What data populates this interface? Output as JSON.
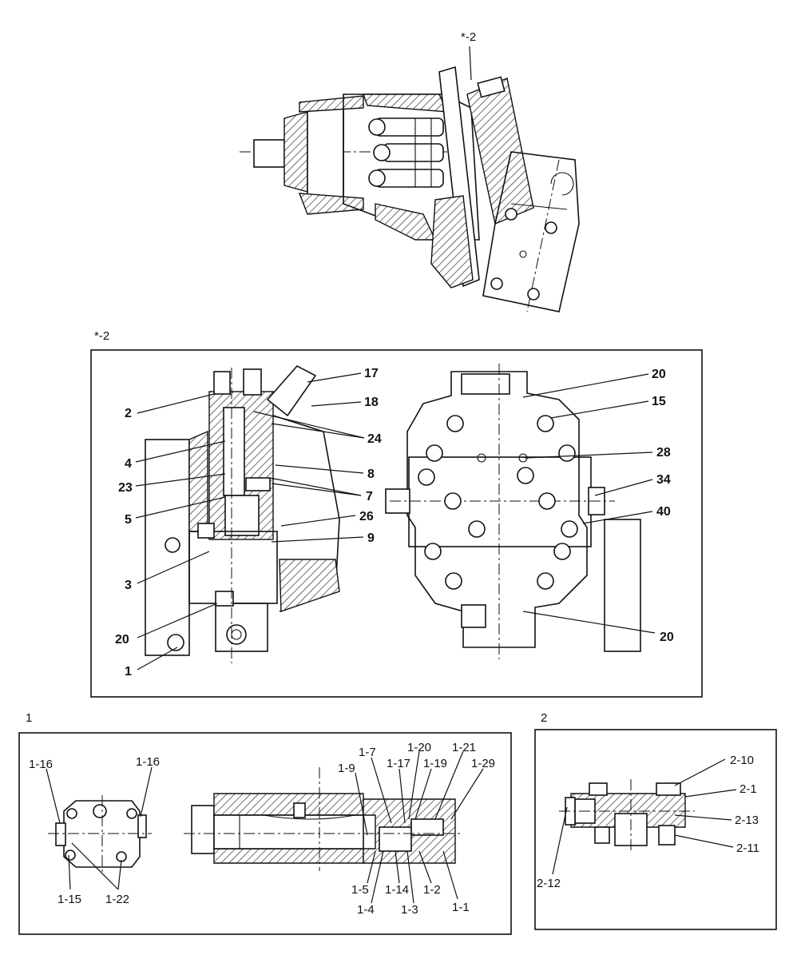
{
  "captions": {
    "top_ref": "*-2",
    "detail2_title": "*-2",
    "group1": "1",
    "group2": "2"
  },
  "detail2_labels": {
    "l2": "2",
    "l4": "4",
    "l23": "23",
    "l5": "5",
    "l3": "3",
    "l20a": "20",
    "l1": "1",
    "l17": "17",
    "l18": "18",
    "l24": "24",
    "l8": "8",
    "l7": "7",
    "l26": "26",
    "l9": "9",
    "l20b": "20",
    "l15": "15",
    "l28": "28",
    "l34": "34",
    "l40": "40",
    "l20c": "20"
  },
  "group1_labels": {
    "l1_16a": "1-16",
    "l1_16b": "1-16",
    "l1_15": "1-15",
    "l1_22": "1-22",
    "l1_9": "1-9",
    "l1_7": "1-7",
    "l1_17": "1-17",
    "l1_20": "1-20",
    "l1_19": "1-19",
    "l1_21": "1-21",
    "l1_29": "1-29",
    "l1_5": "1-5",
    "l1_4": "1-4",
    "l1_14": "1-14",
    "l1_3": "1-3",
    "l1_2": "1-2",
    "l1_1": "1-1"
  },
  "group2_labels": {
    "l2_10": "2-10",
    "l2_1": "2-1",
    "l2_13": "2-13",
    "l2_11": "2-11",
    "l2_12": "2-12"
  }
}
